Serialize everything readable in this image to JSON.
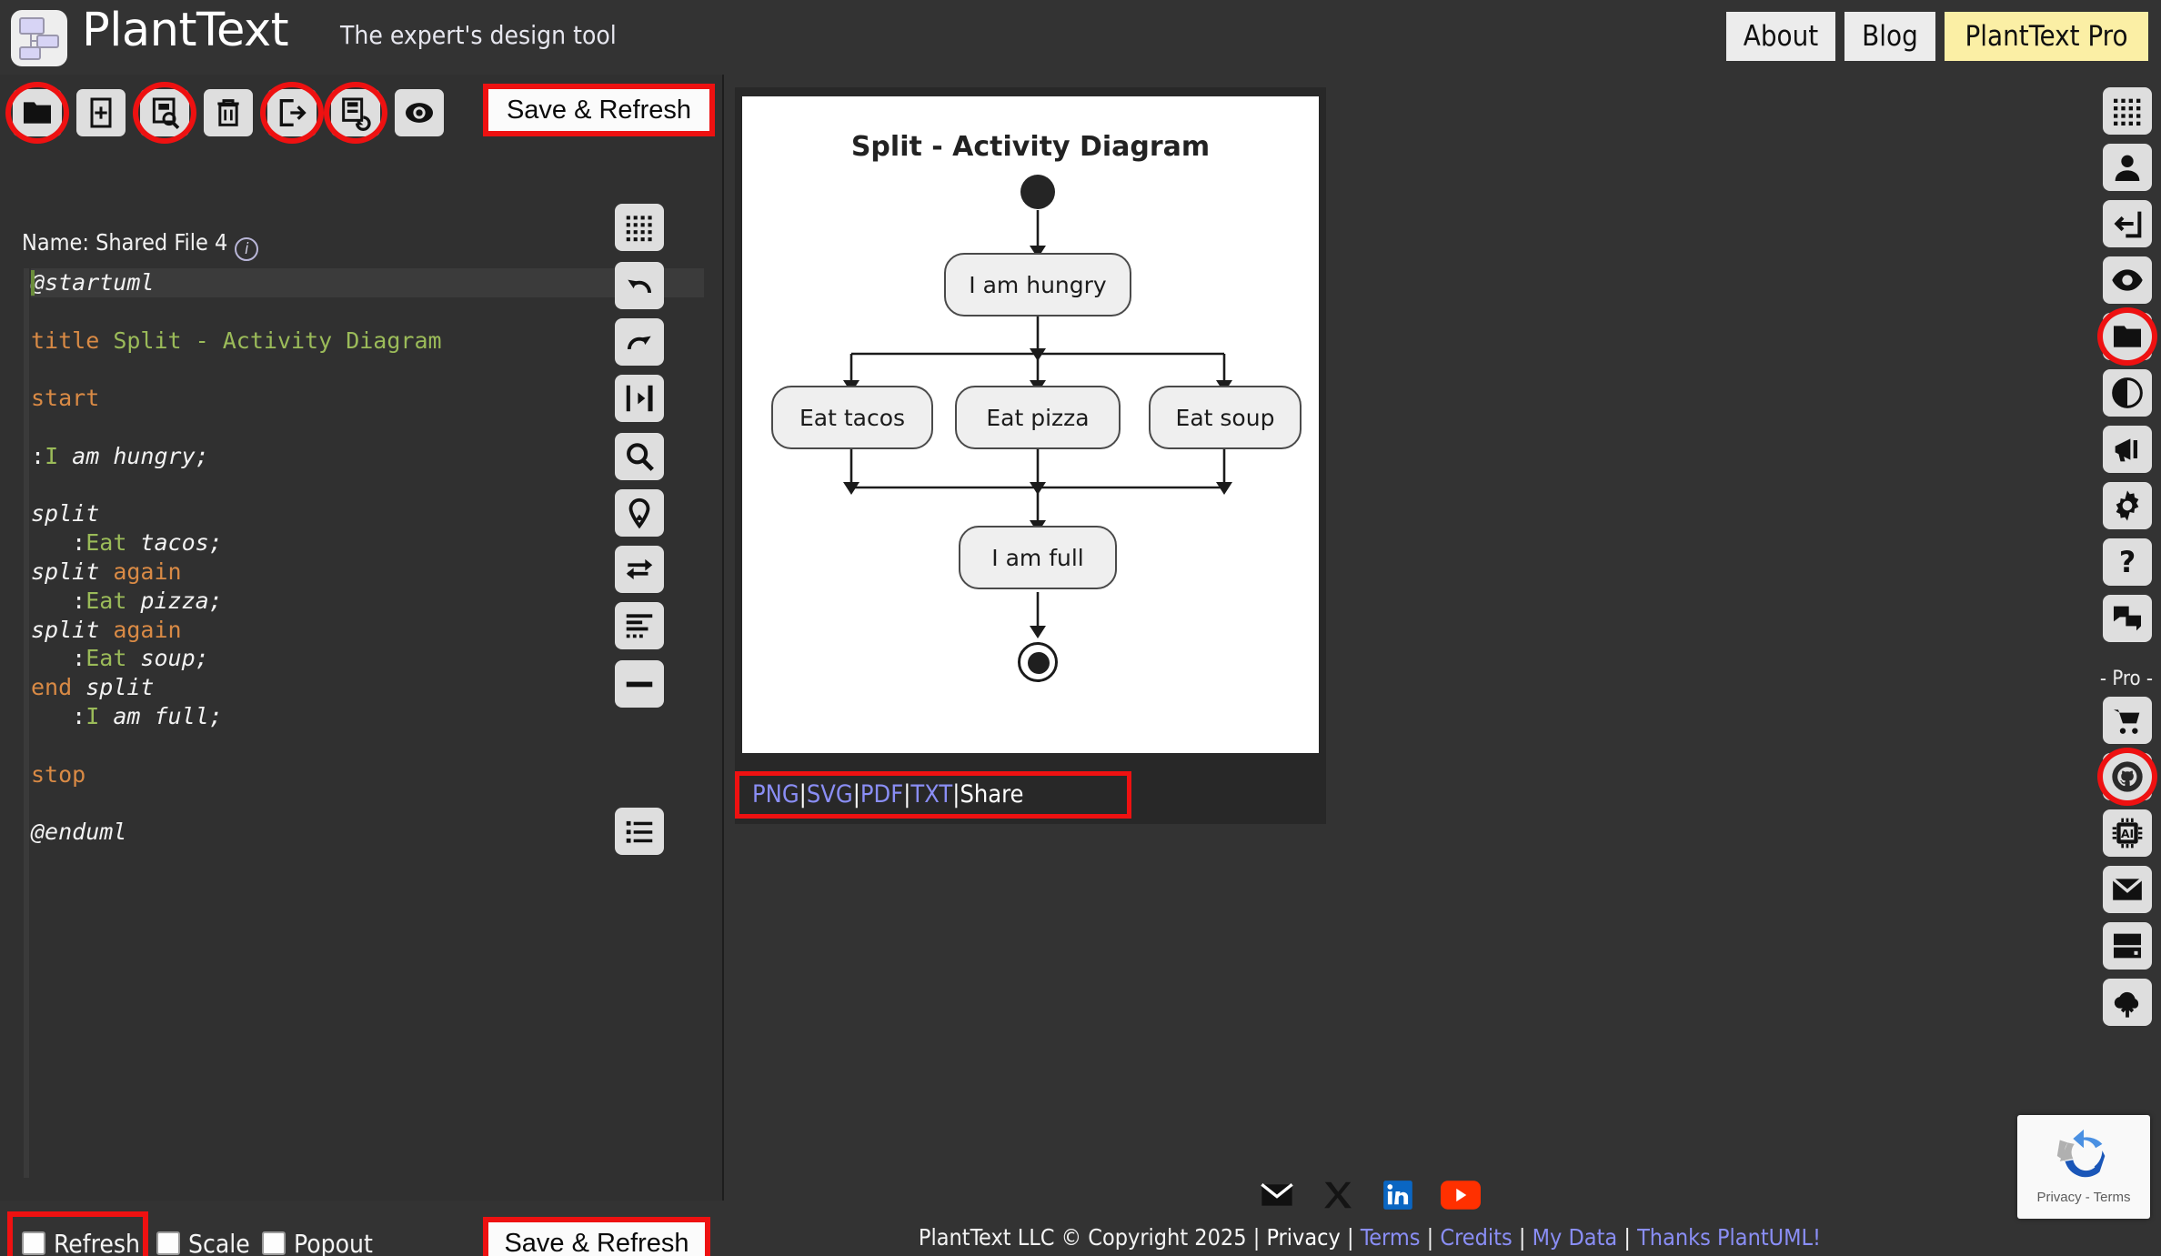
{
  "header": {
    "brand": "PlantText",
    "tagline": "The expert's design tool",
    "logo_icon": "diagram-boxes-logo",
    "nav": [
      {
        "label": "About",
        "name": "nav-about"
      },
      {
        "label": "Blog",
        "name": "nav-blog"
      },
      {
        "label": "PlantText Pro",
        "name": "nav-planttext-pro"
      }
    ]
  },
  "editor": {
    "toolbar": [
      {
        "icon": "open-folder-icon",
        "highlighted": true
      },
      {
        "icon": "new-file-icon",
        "highlighted": false
      },
      {
        "icon": "find-file-icon",
        "highlighted": true
      },
      {
        "icon": "trash-icon",
        "highlighted": false
      },
      {
        "icon": "export-file-icon",
        "highlighted": true
      },
      {
        "icon": "save-refresh-file-icon",
        "highlighted": true
      },
      {
        "icon": "eye-target-icon",
        "highlighted": false
      }
    ],
    "save_refresh_top_label": "Save & Refresh",
    "name_label": "Name: Shared File 4",
    "info_icon": "info-circle-icon",
    "side_icons": [
      "grid-icon",
      "undo-icon",
      "redo-icon",
      "collapse-panel-icon",
      "search-icon",
      "map-pin-icon",
      "swap-arrows-icon",
      "format-align-icon",
      "minus-line-icon",
      "list-icon"
    ],
    "code_lines": [
      {
        "active": true,
        "tokens": [
          {
            "t": "@startuml",
            "c": "k-white k-italic"
          }
        ]
      },
      {
        "active": false,
        "tokens": []
      },
      {
        "active": false,
        "tokens": [
          {
            "t": "title",
            "c": "k-orange"
          },
          {
            "t": " ",
            "c": "k-white"
          },
          {
            "t": "Split - Activity Diagram",
            "c": "k-green"
          }
        ]
      },
      {
        "active": false,
        "tokens": []
      },
      {
        "active": false,
        "tokens": [
          {
            "t": "start",
            "c": "k-orange"
          }
        ]
      },
      {
        "active": false,
        "tokens": []
      },
      {
        "active": false,
        "tokens": [
          {
            "t": ":",
            "c": "k-white"
          },
          {
            "t": "I",
            "c": "k-green"
          },
          {
            "t": " am hungry;",
            "c": "k-white k-italic"
          }
        ]
      },
      {
        "active": false,
        "tokens": []
      },
      {
        "active": false,
        "tokens": [
          {
            "t": "split",
            "c": "k-white k-italic"
          }
        ]
      },
      {
        "active": false,
        "tokens": [
          {
            "t": "   :",
            "c": "k-white"
          },
          {
            "t": "Eat",
            "c": "k-green"
          },
          {
            "t": " tacos;",
            "c": "k-white k-italic"
          }
        ]
      },
      {
        "active": false,
        "tokens": [
          {
            "t": "split",
            "c": "k-white k-italic"
          },
          {
            "t": " ",
            "c": "k-white"
          },
          {
            "t": "again",
            "c": "k-orange"
          }
        ]
      },
      {
        "active": false,
        "tokens": [
          {
            "t": "   :",
            "c": "k-white"
          },
          {
            "t": "Eat",
            "c": "k-green"
          },
          {
            "t": " pizza;",
            "c": "k-white k-italic"
          }
        ]
      },
      {
        "active": false,
        "tokens": [
          {
            "t": "split",
            "c": "k-white k-italic"
          },
          {
            "t": " ",
            "c": "k-white"
          },
          {
            "t": "again",
            "c": "k-orange"
          }
        ]
      },
      {
        "active": false,
        "tokens": [
          {
            "t": "   :",
            "c": "k-white"
          },
          {
            "t": "Eat",
            "c": "k-green"
          },
          {
            "t": " soup;",
            "c": "k-white k-italic"
          }
        ]
      },
      {
        "active": false,
        "tokens": [
          {
            "t": "end",
            "c": "k-orange"
          },
          {
            "t": " ",
            "c": "k-white"
          },
          {
            "t": "split",
            "c": "k-white k-italic"
          }
        ]
      },
      {
        "active": false,
        "tokens": [
          {
            "t": "   :",
            "c": "k-white"
          },
          {
            "t": "I",
            "c": "k-green"
          },
          {
            "t": " am full;",
            "c": "k-white k-italic"
          }
        ]
      },
      {
        "active": false,
        "tokens": []
      },
      {
        "active": false,
        "tokens": [
          {
            "t": "stop",
            "c": "k-orange"
          }
        ]
      },
      {
        "active": false,
        "tokens": []
      },
      {
        "active": false,
        "tokens": [
          {
            "t": "@enduml",
            "c": "k-white k-italic"
          }
        ]
      }
    ],
    "checkboxes": [
      {
        "label": "Refresh",
        "checked": false,
        "highlighted": true
      },
      {
        "label": "Scale",
        "checked": false,
        "highlighted": false
      },
      {
        "label": "Popout",
        "checked": false,
        "highlighted": false
      }
    ],
    "save_refresh_bottom_label": "Save & Refresh"
  },
  "diagram": {
    "title": "Split - Activity Diagram",
    "nodes": [
      {
        "id": "hungry",
        "label": "I am hungry"
      },
      {
        "id": "tacos",
        "label": "Eat tacos"
      },
      {
        "id": "pizza",
        "label": "Eat pizza"
      },
      {
        "id": "soup",
        "label": "Eat soup"
      },
      {
        "id": "full",
        "label": "I am full"
      }
    ],
    "export_links": [
      {
        "label": "PNG",
        "style": "link"
      },
      {
        "label": "SVG",
        "style": "link"
      },
      {
        "label": "PDF",
        "style": "link"
      },
      {
        "label": "TXT",
        "style": "link"
      },
      {
        "label": "Share",
        "style": "white"
      }
    ],
    "separator": "|"
  },
  "sidebar": {
    "top_icons": [
      {
        "icon": "grid-icon",
        "highlighted": false
      },
      {
        "icon": "user-icon",
        "highlighted": false
      },
      {
        "icon": "login-icon",
        "highlighted": false
      },
      {
        "icon": "eye-icon",
        "highlighted": false
      },
      {
        "icon": "open-folder-icon",
        "highlighted": true
      },
      {
        "icon": "contrast-icon",
        "highlighted": false
      },
      {
        "icon": "megaphone-icon",
        "highlighted": false
      },
      {
        "icon": "gear-icon",
        "highlighted": false
      },
      {
        "icon": "help-question-icon",
        "highlighted": false
      },
      {
        "icon": "chat-windows-icon",
        "highlighted": false
      }
    ],
    "pro_label": "- Pro -",
    "pro_icons": [
      {
        "icon": "shopping-cart-icon",
        "highlighted": false
      },
      {
        "icon": "github-icon",
        "highlighted": true
      },
      {
        "icon": "ai-chip-icon",
        "highlighted": false
      },
      {
        "icon": "mail-icon",
        "highlighted": false
      },
      {
        "icon": "server-icon",
        "highlighted": false
      },
      {
        "icon": "cloud-upload-icon",
        "highlighted": false
      }
    ]
  },
  "recaptcha": {
    "text": "Privacy - Terms",
    "icon": "recaptcha-logo"
  },
  "footer": {
    "social": [
      {
        "icon": "email-icon"
      },
      {
        "icon": "x-twitter-icon"
      },
      {
        "icon": "linkedin-icon"
      },
      {
        "icon": "youtube-icon"
      }
    ],
    "copyright": "PlantText LLC © Copyright 2025",
    "links": [
      {
        "label": "Privacy",
        "style": "white"
      },
      {
        "label": "Terms",
        "style": "link"
      },
      {
        "label": "Credits",
        "style": "link"
      },
      {
        "label": "My Data",
        "style": "link"
      },
      {
        "label": "Thanks PlantUML!",
        "style": "link"
      }
    ],
    "separator": "|"
  },
  "colors": {
    "background": "#333333",
    "accent_red": "#ee1111",
    "pro_yellow": "#fbefa5",
    "link_blue": "#8a8ef5"
  }
}
